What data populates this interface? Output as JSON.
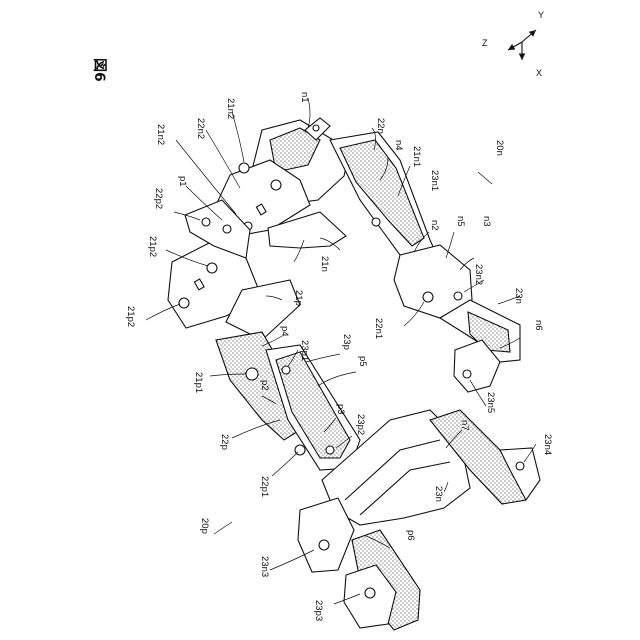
{
  "figure_label": "図6",
  "axes": {
    "z": "Z",
    "y": "Y",
    "x": "X"
  },
  "assembly_labels": {
    "negative": "20n",
    "positive": "20p"
  },
  "labels": {
    "n1": "n1",
    "n2": "n2",
    "n3": "n3",
    "n4": "n4",
    "n5": "n5",
    "n6": "n6",
    "n7": "n7",
    "21n": "21n",
    "21n1": "21n1",
    "21n2a": "21n2",
    "21n2b": "21n2",
    "22n": "22n",
    "22n2": "22n2",
    "23n": "23n",
    "23n_b": "23n",
    "23n1": "23n1",
    "23n2": "23n2",
    "23n4": "23n4",
    "23n5": "23n5",
    "22n1": "22n1",
    "p1": "p1",
    "p2": "p2",
    "p3": "p3",
    "p4": "p4",
    "p5": "p5",
    "p6": "p6",
    "21p": "21p",
    "21p1": "21p1",
    "21p2a": "21p2",
    "21p2b": "21p2",
    "22p": "22p",
    "22p1": "22p1",
    "22p2": "22p2",
    "23p": "23p",
    "23p1": "23p1",
    "23p2": "23p2",
    "23p3": "23p3",
    "23n3": "23n3"
  }
}
